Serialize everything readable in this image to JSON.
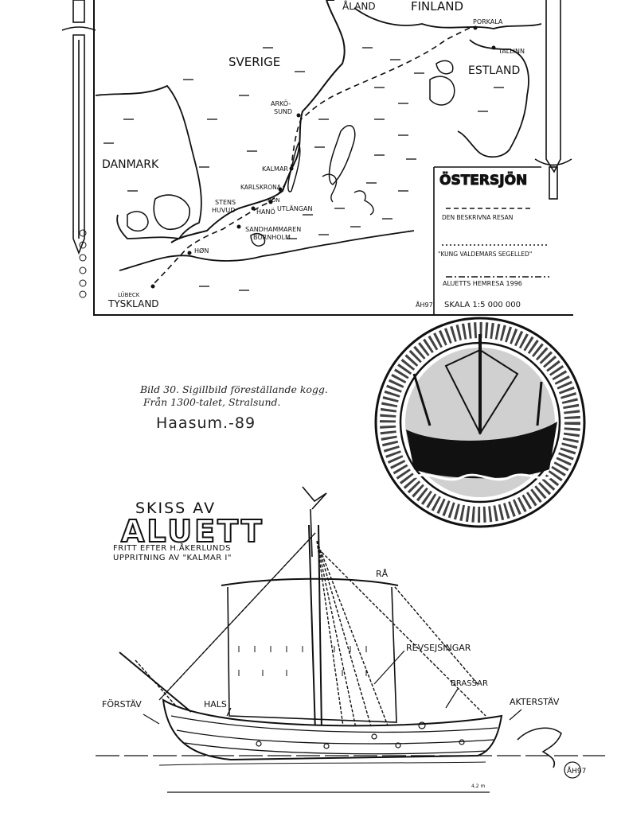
{
  "map": {
    "countries": {
      "aland": "ÅLAND",
      "finland": "FINLAND",
      "sverige": "SVERIGE",
      "estland": "ESTLAND",
      "danmark": "DANMARK",
      "tyskland": "TYSKLAND"
    },
    "places": {
      "porkala": "PORKALA",
      "tallinn": "TALLINN",
      "arkosund_1": "ARKÖ-",
      "arkosund_2": "SUND",
      "kalmar": "KALMAR",
      "karlskrona": "KARLSKRONA",
      "stens_1": "STENS",
      "stens_2": "HUVUD",
      "ron": "RON",
      "hano": "HANÖ",
      "utlangan": "UTLÄNGAN",
      "sandhammaren": "SANDHAMMAREN",
      "bornholm": "BORNHOLM",
      "hon": "HØN",
      "lubeck": "LÜBECK"
    },
    "legend": {
      "title": "ÖSTERSJÖN",
      "item1": "DEN BESKRIVNA RESAN",
      "item2": "\"KUNG VALDEMARS SEGELLED\"",
      "item3": "ALUETTS HEMRESA 1996",
      "scale": "SKALA 1:5 000 000"
    },
    "signature": "ÅH97"
  },
  "caption": {
    "line1": "Bild 30. Sigillbild föreställande kogg.",
    "line2": "Från 1300-talet, Stralsund.",
    "handwritten": "Haasum.-89"
  },
  "sketch": {
    "title": "SKISS AV",
    "name": "ALUETT",
    "credit_line1": "FRITT EFTER H.ÅKERLUNDS",
    "credit_line2": "UPPRITNING AV \"KALMAR I\"",
    "labels": {
      "ra": "RÅ",
      "revsejsingar": "REVSEJSINGAR",
      "brassar": "BRASSAR",
      "forstav": "FÖRSTÄV",
      "hals": "HALS",
      "akterstav": "AKTERSTÄV"
    },
    "scale_note": "4,2 m",
    "signature": "ÅH97"
  }
}
